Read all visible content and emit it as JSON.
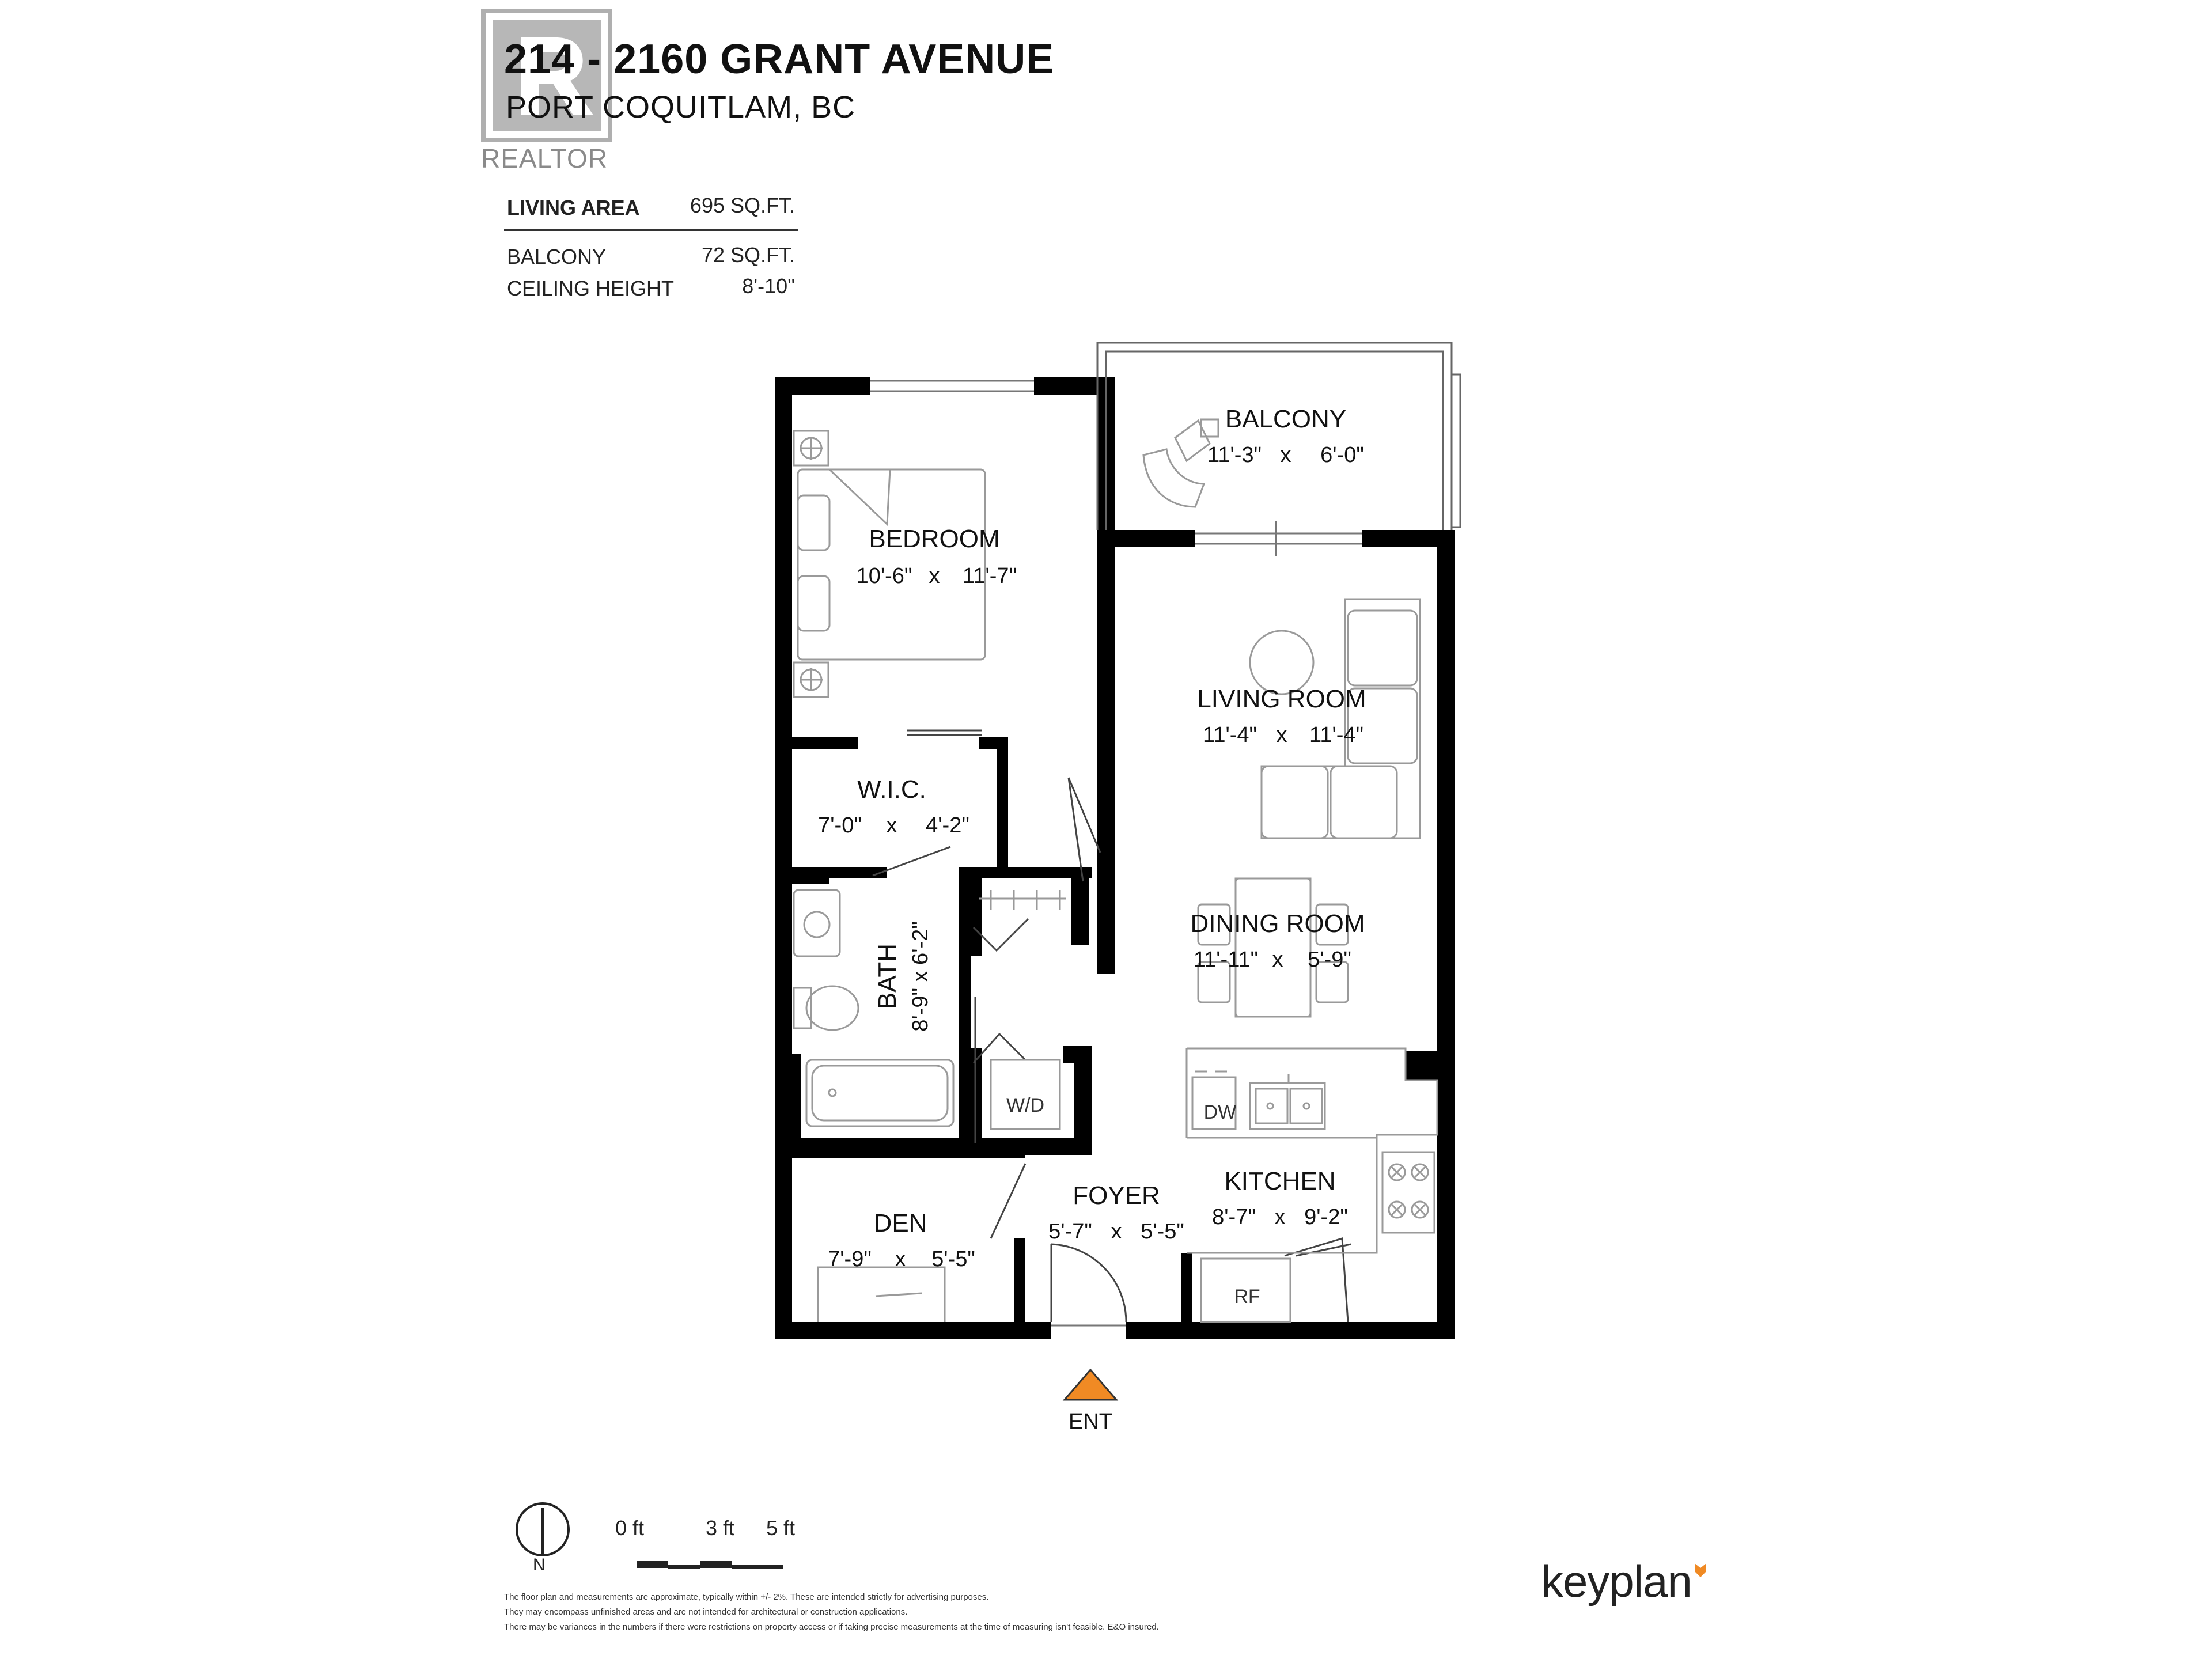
{
  "header": {
    "title": "214 - 2160 GRANT AVENUE",
    "subtitle": "PORT COQUITLAM, BC",
    "watermark_text": "REALTOR"
  },
  "stats": [
    {
      "label": "LIVING AREA",
      "value": "695 SQ.FT."
    },
    {
      "label": "BALCONY",
      "value": "72 SQ.FT."
    },
    {
      "label": "CEILING HEIGHT",
      "value": "8'-10\""
    }
  ],
  "rooms": {
    "balcony": {
      "name": "BALCONY",
      "width": "11'-3\"",
      "depth": "6'-0\""
    },
    "bedroom": {
      "name": "BEDROOM",
      "width": "10'-6\"",
      "depth": "11'-7\""
    },
    "living": {
      "name": "LIVING ROOM",
      "width": "11'-4\"",
      "depth": "11'-4\""
    },
    "wic": {
      "name": "W.I.C.",
      "width": "7'-0\"",
      "depth": "4'-2\""
    },
    "dining": {
      "name": "DINING ROOM",
      "width": "11'-11\"",
      "depth": "5'-9\""
    },
    "bath": {
      "name": "BATH",
      "dims": "8'-9\" x 6'-2\""
    },
    "foyer": {
      "name": "FOYER",
      "width": "5'-7\"",
      "depth": "5'-5\""
    },
    "kitchen": {
      "name": "KITCHEN",
      "width": "8'-7\"",
      "depth": "9'-2\""
    },
    "den": {
      "name": "DEN",
      "width": "7'-9\"",
      "depth": "5'-5\""
    }
  },
  "dim_separator": "x",
  "fixtures": {
    "washer_dryer": "W/D",
    "dishwasher": "DW",
    "fridge": "RF"
  },
  "entrance": {
    "label": "ENT",
    "color": "#f08a24"
  },
  "compass": {
    "label": "N"
  },
  "scale": {
    "labels": [
      "0 ft",
      "3 ft",
      "5 ft"
    ]
  },
  "disclaimer": [
    "The floor plan and measurements are approximate, typically within +/- 2%. These are intended strictly for advertising purposes.",
    "They may encompass unfinished areas and are not intended for architectural or construction applications.",
    "There may be variances in the numbers if there were restrictions on property access or if taking precise measurements at the time of measuring isn't feasible. E&O insured."
  ],
  "brand": {
    "name": "keyplan",
    "accent": "#f08a24"
  },
  "colors": {
    "wall": "#000000",
    "furniture": "#9a9a9a"
  }
}
